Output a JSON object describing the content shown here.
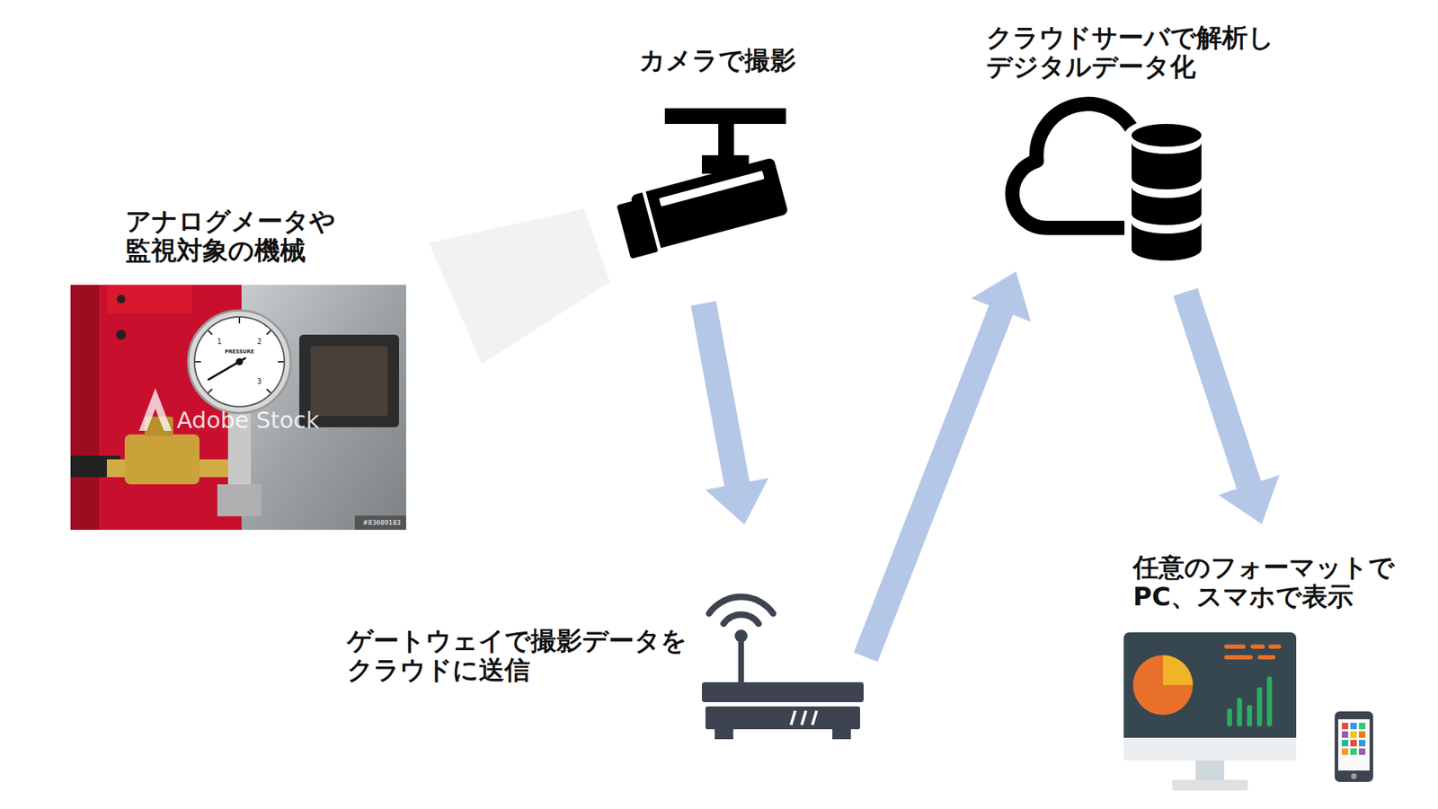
{
  "diagram": {
    "nodes": [
      {
        "text": [
          "アナログメータや 監視対象の機械"
        ]
      },
      {
        "text": [
          "カメラで撮影"
        ]
      },
      {
        "text": [
          "ゲートウェイで撮影データを クラウドに送信"
        ]
      },
      {
        "text": [
          "クラウドサーバで解析し デジタルデータ化"
        ]
      },
      {
        "text": [
          "任意のフォーマットで PC、スマホで表示"
        ]
      }
    ],
    "edges": [
      {
        "from": 1,
        "to": 2,
        "arrow": "to"
      },
      {
        "from": 2,
        "to": 3,
        "arrow": "to"
      },
      {
        "from": 3,
        "to": 4,
        "arrow": "to"
      }
    ],
    "labels": [
      "Adobe Stock",
      "#83689183",
      "PRESSURE",
      "1",
      "2",
      "3"
    ]
  }
}
